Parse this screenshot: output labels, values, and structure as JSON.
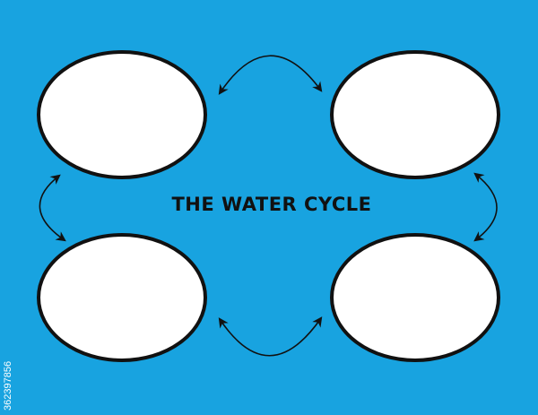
{
  "diagram": {
    "title": "THE WATER CYCLE",
    "stock_id": "362397856"
  },
  "colors": {
    "background": "#18a3e0",
    "stage_fill": "#ffffff",
    "stage_outline": "#111111",
    "arrow": "#111111"
  },
  "stages": [
    {
      "id": "top-left",
      "text": ""
    },
    {
      "id": "top-right",
      "text": ""
    },
    {
      "id": "bottom-left",
      "text": ""
    },
    {
      "id": "bottom-right",
      "text": ""
    }
  ],
  "arrows": [
    {
      "id": "top",
      "from": "top-left",
      "to": "top-right",
      "heads": "both"
    },
    {
      "id": "right",
      "from": "top-right",
      "to": "bottom-right",
      "heads": "both"
    },
    {
      "id": "bottom",
      "from": "bottom-left",
      "to": "bottom-right",
      "heads": "both"
    },
    {
      "id": "left",
      "from": "top-left",
      "to": "bottom-left",
      "heads": "both"
    }
  ]
}
